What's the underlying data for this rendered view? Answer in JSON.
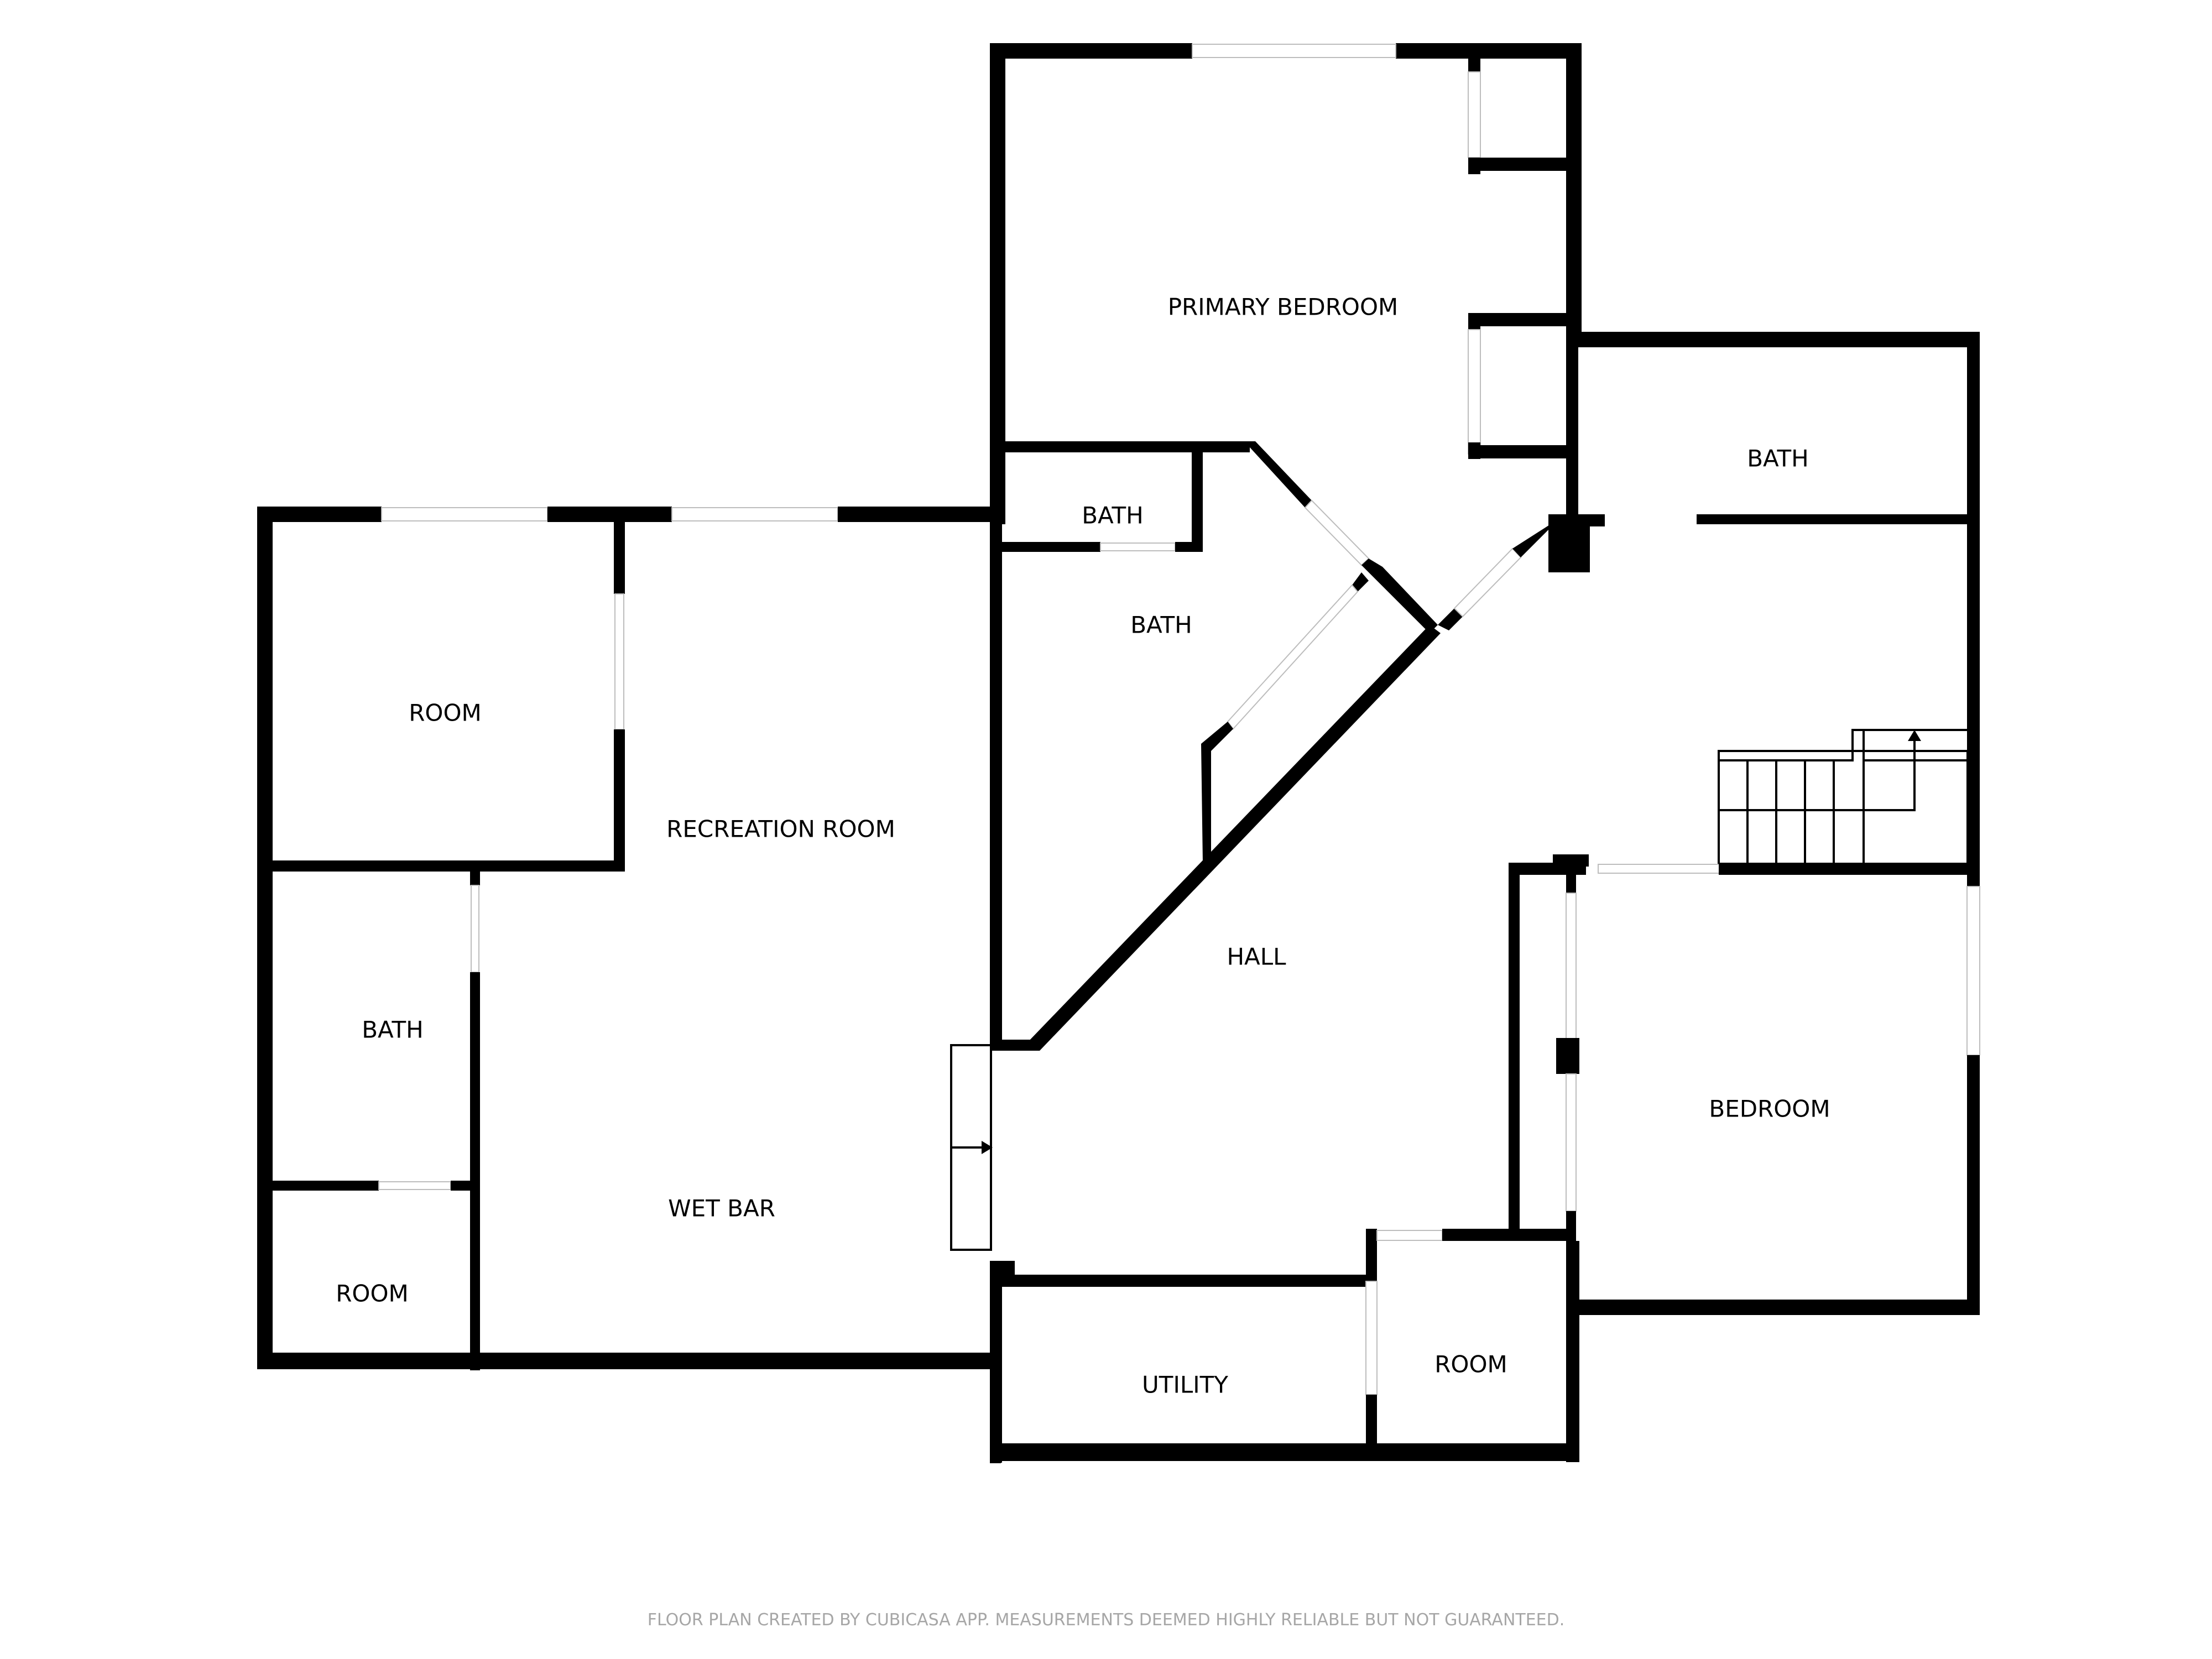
{
  "plan": {
    "rooms": [
      {
        "id": "primary-bedroom",
        "label": "PRIMARY BEDROOM"
      },
      {
        "id": "bath-right",
        "label": "BATH"
      },
      {
        "id": "bath-small",
        "label": "BATH"
      },
      {
        "id": "bath-main",
        "label": "BATH"
      },
      {
        "id": "room-left-top",
        "label": "ROOM"
      },
      {
        "id": "recreation-room",
        "label": "RECREATION ROOM"
      },
      {
        "id": "bath-left",
        "label": "BATH"
      },
      {
        "id": "room-left-bottom",
        "label": "ROOM"
      },
      {
        "id": "wet-bar",
        "label": "WET BAR"
      },
      {
        "id": "hall",
        "label": "HALL"
      },
      {
        "id": "bedroom",
        "label": "BEDROOM"
      },
      {
        "id": "utility",
        "label": "UTILITY"
      },
      {
        "id": "room-bottom",
        "label": "ROOM"
      }
    ],
    "colors": {
      "wall": "#000000",
      "background": "#ffffff",
      "footer_text": "#a6a6a6"
    }
  },
  "footer": {
    "disclaimer": "FLOOR PLAN CREATED BY CUBICASA APP. MEASUREMENTS DEEMED HIGHLY RELIABLE BUT NOT GUARANTEED."
  }
}
